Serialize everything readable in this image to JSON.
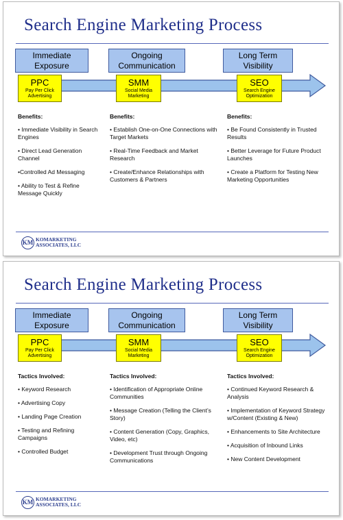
{
  "slides": [
    {
      "title": "Search Engine Marketing Process",
      "stages": [
        {
          "label": "Immediate Exposure"
        },
        {
          "label": "Ongoing Communication"
        },
        {
          "label": "Long Term Visibility"
        }
      ],
      "tactics": [
        {
          "abbr": "PPC",
          "full": "Pay Per Click Advertising"
        },
        {
          "abbr": "SMM",
          "full": "Social Media Marketing"
        },
        {
          "abbr": "SEO",
          "full": "Search Engine Optimization"
        }
      ],
      "columns": [
        {
          "heading": "Benefits:",
          "items": [
            "• Immediate Visibility in Search Engines",
            "• Direct Lead Generation Channel",
            "•Controlled Ad Messaging",
            "• Ability to Test & Refine Message Quickly"
          ]
        },
        {
          "heading": "Benefits:",
          "items": [
            "• Establish One-on-One Connections with Target Markets",
            "• Real-Time Feedback and Market Research",
            "• Create/Enhance Relationships with Customers & Partners"
          ]
        },
        {
          "heading": "Benefits:",
          "items": [
            "• Be Found Consistently in Trusted Results",
            "• Better Leverage for Future Product Launches",
            "• Create a Platform for Testing New Marketing Opportunities"
          ]
        }
      ]
    },
    {
      "title": "Search Engine Marketing Process",
      "stages": [
        {
          "label": "Immediate Exposure"
        },
        {
          "label": "Ongoing Communication"
        },
        {
          "label": "Long Term Visibility"
        }
      ],
      "tactics": [
        {
          "abbr": "PPC",
          "full": "Pay Per Click Advertising"
        },
        {
          "abbr": "SMM",
          "full": "Social Media Marketing"
        },
        {
          "abbr": "SEO",
          "full": "Search Engine Optimization"
        }
      ],
      "columns": [
        {
          "heading": "Tactics Involved:",
          "items": [
            "• Keyword Research",
            "• Advertising Copy",
            "• Landing Page Creation",
            "• Testing and Refining Campaigns",
            "• Controlled Budget"
          ]
        },
        {
          "heading": "Tactics Involved:",
          "items": [
            "• Identification of Appropriate Online Communities",
            "• Message Creation (Telling the Client’s Story)",
            "• Content Generation (Copy, Graphics, Video, etc)",
            "• Development Trust through Ongoing Communications"
          ]
        },
        {
          "heading": "Tactics Involved:",
          "items": [
            "• Continued Keyword Research & Analysis",
            "• Implementation of Keyword Strategy w/Content (Existing & New)",
            "• Enhancements to Site Architecture",
            "• Acquisition of Inbound Links",
            "• New Content Development"
          ]
        }
      ]
    }
  ],
  "logo": {
    "mark": "KM",
    "line1": "KOMARKETING",
    "line2": "ASSOCIATES, LLC"
  },
  "colors": {
    "title": "#1f2e8a",
    "stage_fill": "#a7c4ee",
    "arrow_fill": "#9cc3ec",
    "tactic_fill": "#ffff00"
  }
}
